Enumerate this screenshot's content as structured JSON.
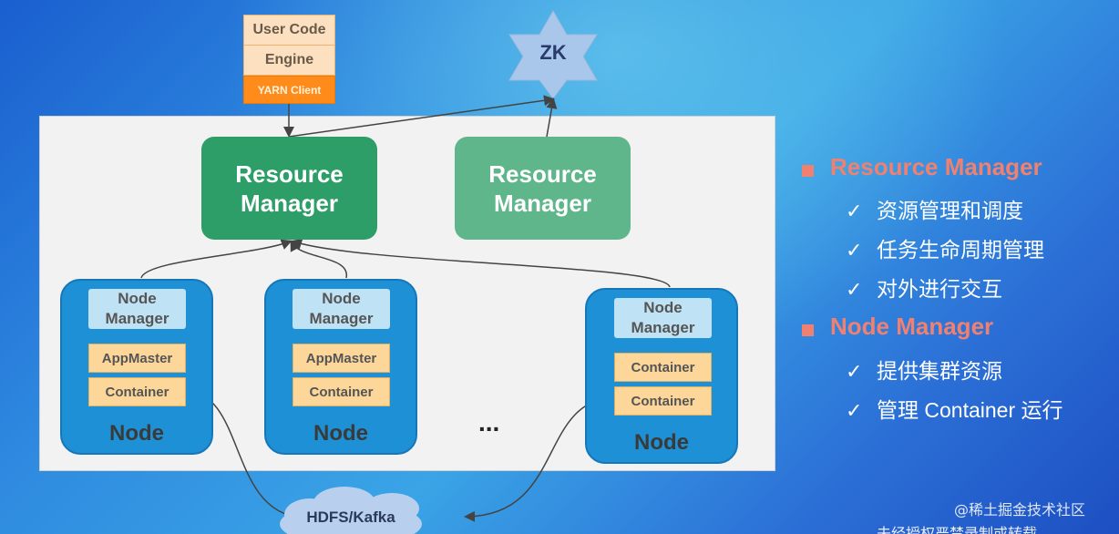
{
  "client": {
    "user_code": "User Code",
    "engine": "Engine",
    "yarn_client": "YARN Client"
  },
  "zk": {
    "label": "ZK"
  },
  "resource_managers": [
    {
      "label": "Resource\nManager",
      "status": "active",
      "color": "#2e9e69"
    },
    {
      "label": "Resource\nManager",
      "status": "standby",
      "color": "#5fb68a"
    }
  ],
  "nodes": [
    {
      "manager_label": "Node\nManager",
      "containers": [
        "AppMaster",
        "Container"
      ],
      "title": "Node"
    },
    {
      "manager_label": "Node\nManager",
      "containers": [
        "AppMaster",
        "Container"
      ],
      "title": "Node"
    },
    {
      "manager_label": "Node\nManager",
      "containers": [
        "Container",
        "Container"
      ],
      "title": "Node"
    }
  ],
  "ellipsis": "...",
  "storage": {
    "label": "HDFS/Kafka"
  },
  "legend": {
    "sections": [
      {
        "title": "Resource Manager",
        "items": [
          "资源管理和调度",
          "任务生命周期管理",
          "对外进行交互"
        ]
      },
      {
        "title": "Node Manager",
        "items": [
          "提供集群资源",
          "管理 Container 运行"
        ]
      }
    ],
    "check_symbol": "✓"
  },
  "watermarks": {
    "site": "@稀土掘金技术社区",
    "notice": "未经授权严禁录制或转载"
  },
  "colors": {
    "accent": "#f08070",
    "node_blue": "#1e90d6",
    "chip": "#fdd79a",
    "yarn_client": "#ff8c1a"
  }
}
